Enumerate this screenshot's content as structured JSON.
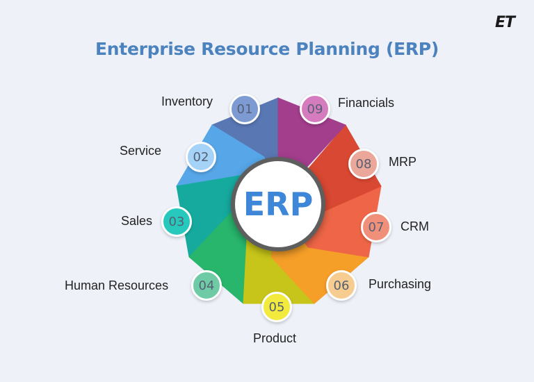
{
  "logo_text": "ET",
  "title": "Enterprise Resource Planning (ERP)",
  "center_label": "ERP",
  "modules": [
    {
      "num": "01",
      "label": "Inventory",
      "color": "#5877b3",
      "badge_color": "#7e9ad3"
    },
    {
      "num": "02",
      "label": "Service",
      "color": "#56a6e8",
      "badge_color": "#a5d3f7"
    },
    {
      "num": "03",
      "label": "Sales",
      "color": "#16aa9f",
      "badge_color": "#27c9bd"
    },
    {
      "num": "04",
      "label": "Human Resources",
      "color": "#28b56c",
      "badge_color": "#6fcba5"
    },
    {
      "num": "05",
      "label": "Product",
      "color": "#c7c519",
      "badge_color": "#f2ea3c"
    },
    {
      "num": "06",
      "label": "Purchasing",
      "color": "#f59e28",
      "badge_color": "#f6cc90"
    },
    {
      "num": "07",
      "label": "CRM",
      "color": "#ee6647",
      "badge_color": "#f1907a"
    },
    {
      "num": "08",
      "label": "MRP",
      "color": "#d84832",
      "badge_color": "#eaa79a"
    },
    {
      "num": "09",
      "label": "Financials",
      "color": "#a23e8c",
      "badge_color": "#d57cbf"
    }
  ]
}
